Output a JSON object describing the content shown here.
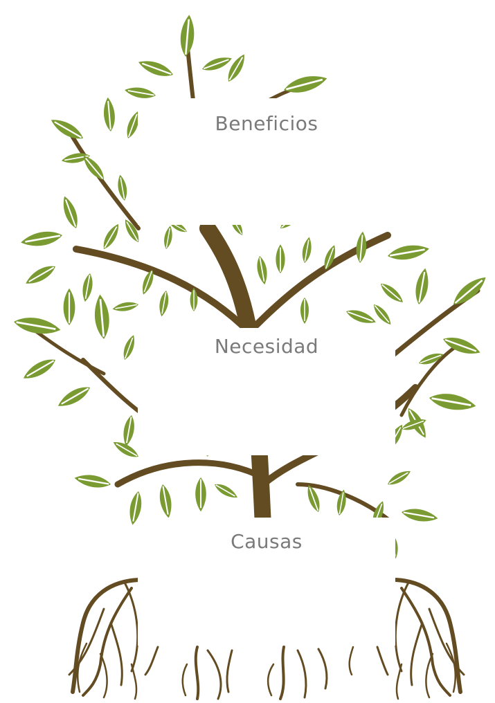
{
  "panels": {
    "benefits": {
      "title": "Beneficios"
    },
    "need": {
      "title": "Necesidad"
    },
    "causes": {
      "title": "Causas"
    }
  },
  "colors": {
    "leaf": "#7a9a32",
    "leaf_vein": "#ffffff",
    "trunk": "#634b22",
    "panel": "#ffffff",
    "title_text": "#7a7a7a"
  },
  "icons": {
    "tree": "tree-illustration",
    "roots": "roots-illustration"
  }
}
